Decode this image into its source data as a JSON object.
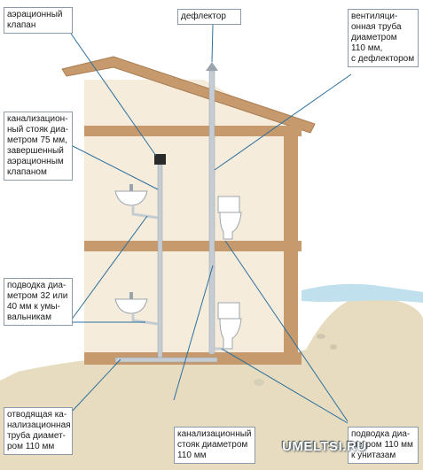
{
  "labels": {
    "aeration_valve": "аэрационный\nклапан",
    "deflector": "дефлектор",
    "vent_pipe": "вентиляци-\nонная труба\nдиаметром\n110 мм,\nс дефлектором",
    "sewer_riser_75": "канализацион-\nный стояк диа-\nметром 75 мм,\nзавершенный\nаэрационным\nклапаном",
    "sink_supply": "подводка диа-\nметром 32 или\n40 мм к умы-\nвальникам",
    "outlet_pipe": "отводящая ка-\nнализационная\nтруба диамет-\nром 110 мм",
    "sewer_riser_110": "канализационный\nстояк диаметром\n110 мм",
    "toilet_supply": "подводка диа-\nметром 110 мм\nк унитазам"
  },
  "watermark": "UMELTSI.RU",
  "colors": {
    "wall": "#c79a6e",
    "wall_dark": "#a97c50",
    "interior": "#f6ecdc",
    "ground": "#e7dcc0",
    "pipe": "#c5ccd2",
    "leader": "#2c6f9c",
    "water": "#bfe0ec"
  }
}
